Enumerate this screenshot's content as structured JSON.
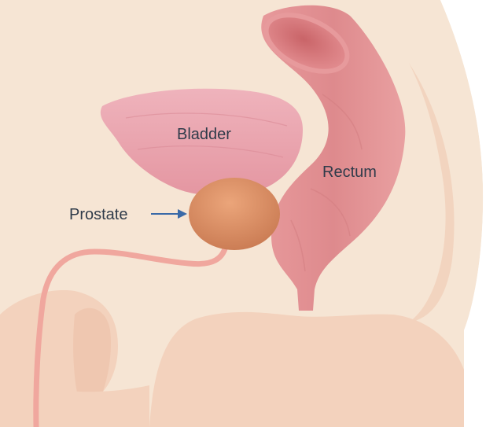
{
  "labels": {
    "bladder": "Bladder",
    "rectum": "Rectum",
    "prostate": "Prostate"
  },
  "colors": {
    "background": "#ffffff",
    "body_tissue": "#f6e5d4",
    "skin_edge": "#f1cdb7",
    "bladder": "#e9a3ae",
    "rectum": "#e28f92",
    "prostate": "#d98f65",
    "urethra": "#f0a79e",
    "arrow": "#3a6aa8",
    "label_text": "#2f3b4a"
  }
}
